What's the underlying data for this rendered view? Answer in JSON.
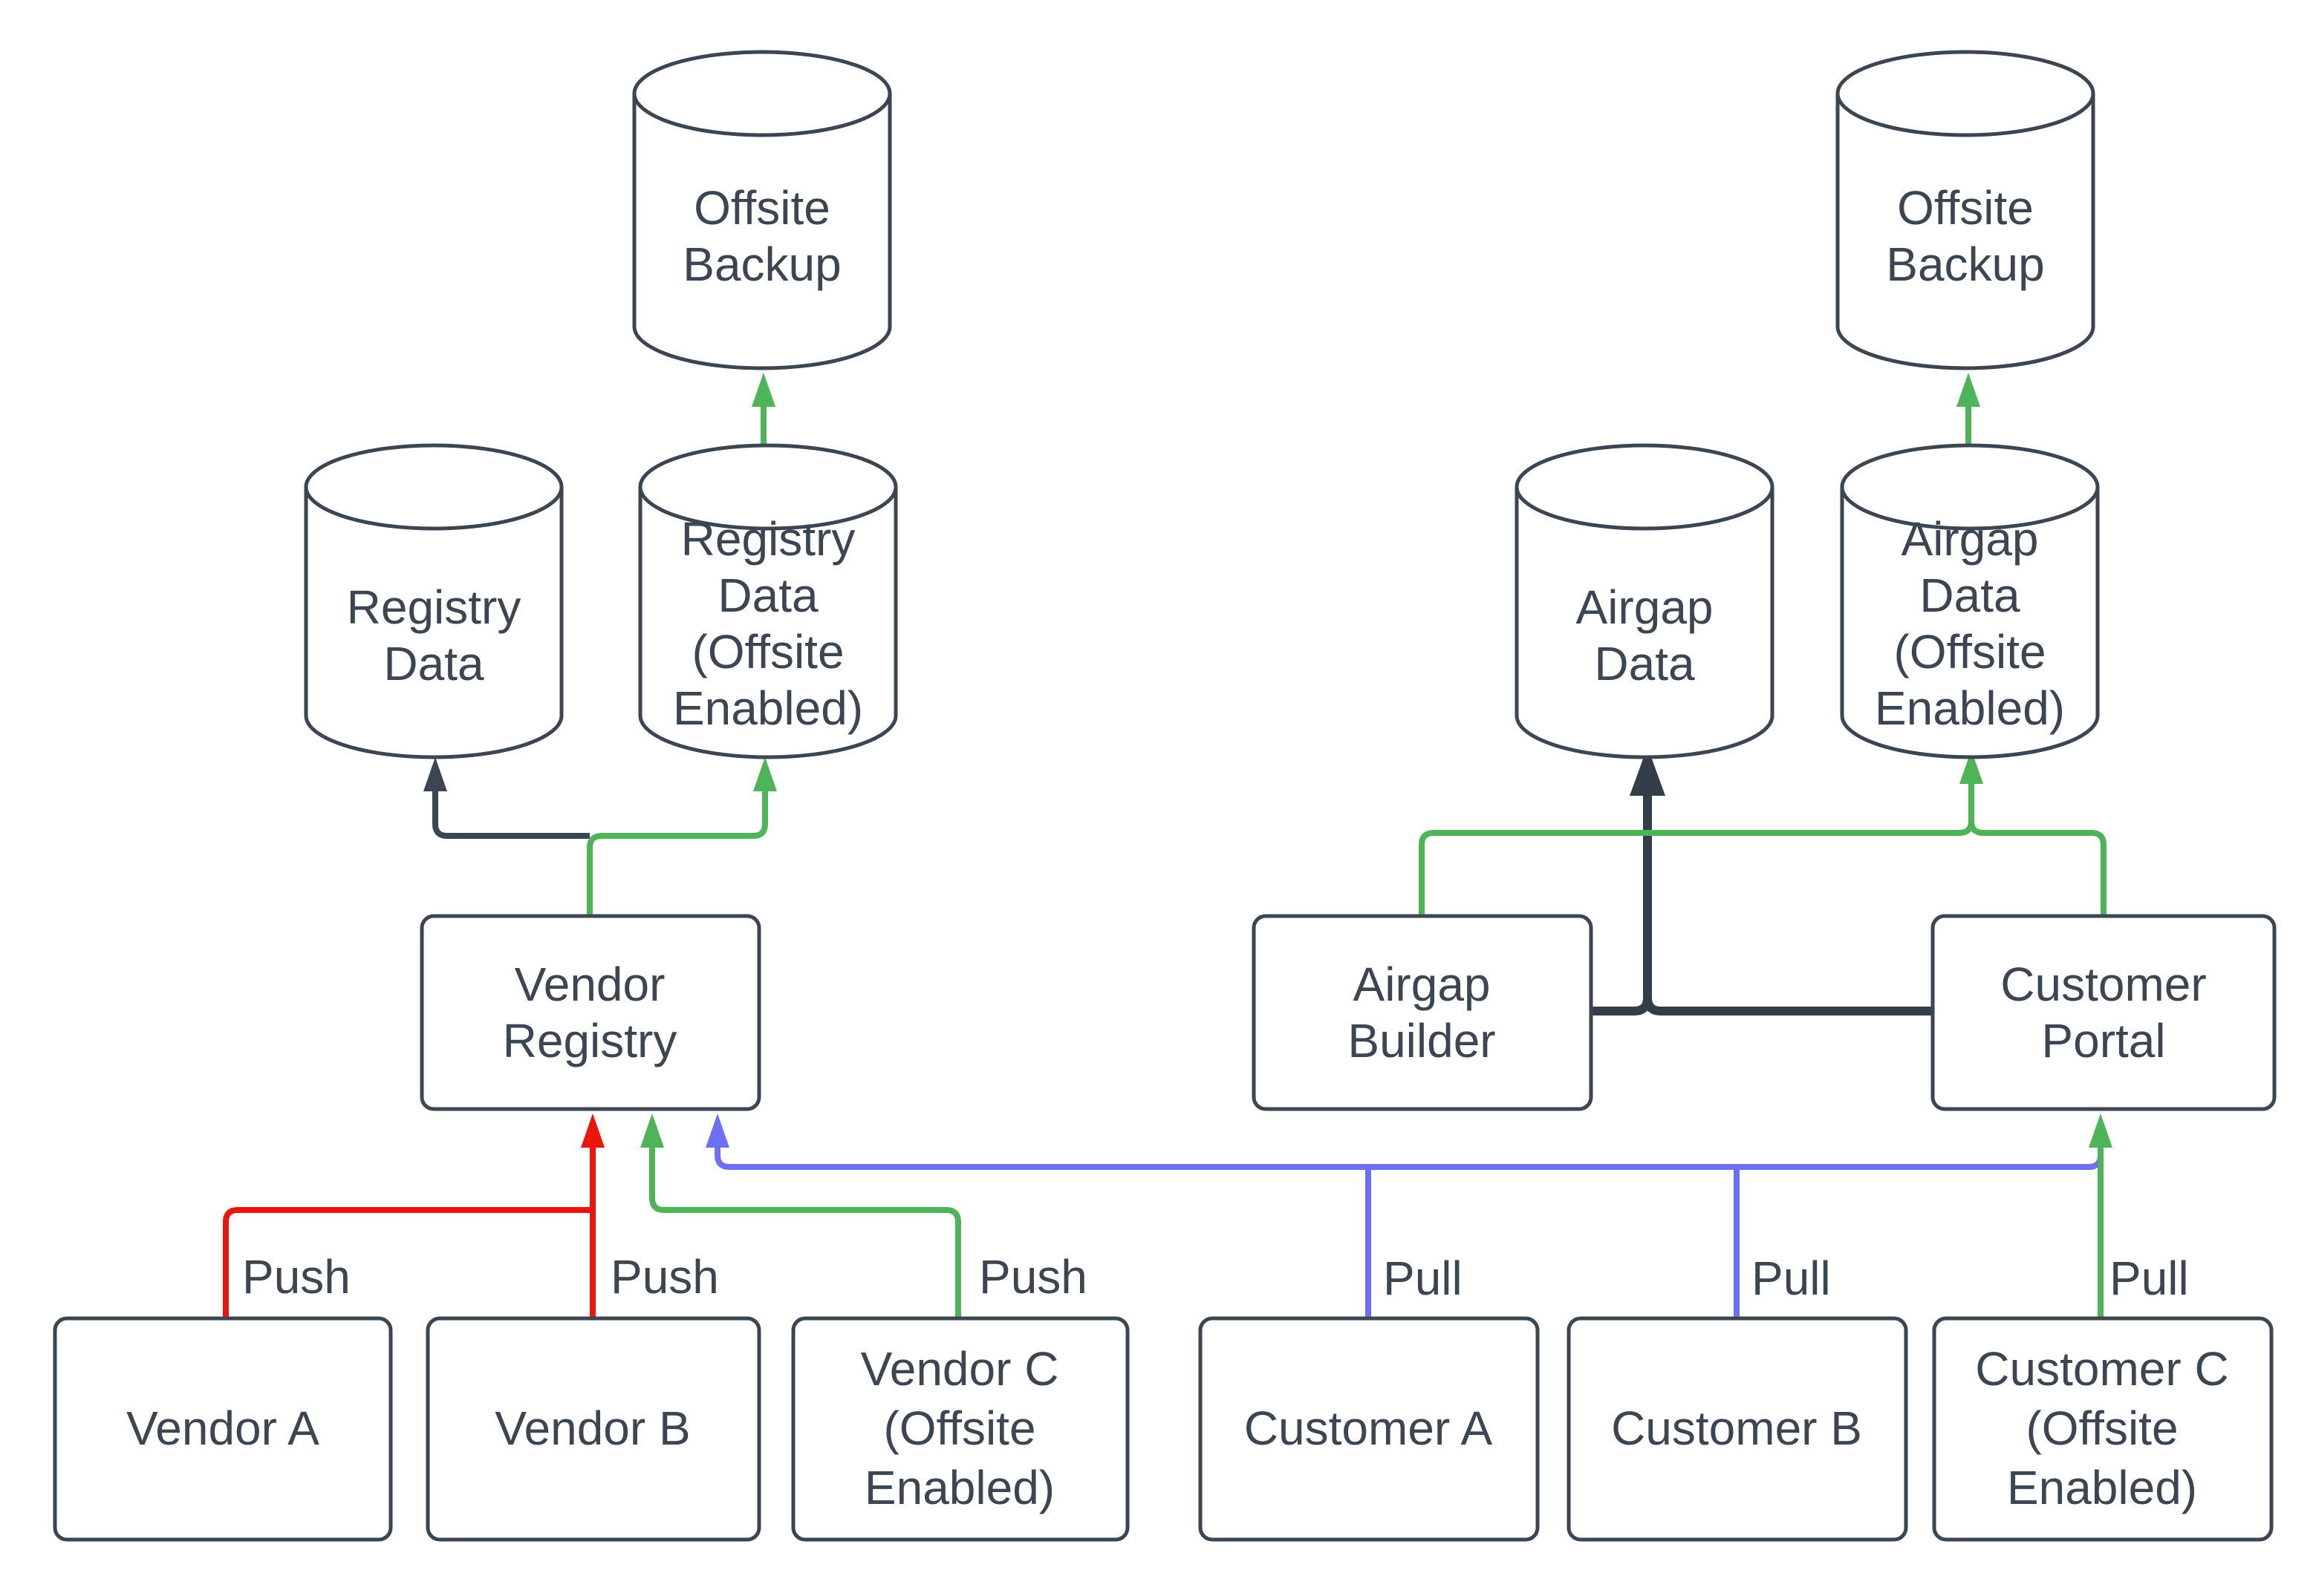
{
  "diagram": {
    "colors": {
      "outline": "#3b4652",
      "text": "#3b4652",
      "red": "#eb150b",
      "green": "#4db457",
      "blue": "#6d6ff5",
      "dark": "#333e49"
    },
    "nodes": {
      "offsite_backup_left": {
        "lines": [
          "Offsite",
          "Backup"
        ]
      },
      "registry_data": {
        "lines": [
          "Registry",
          "Data"
        ]
      },
      "registry_data_offsite": {
        "lines": [
          "Registry",
          "Data",
          "(Offsite",
          "Enabled)"
        ]
      },
      "vendor_registry": {
        "lines": [
          "Vendor",
          "Registry"
        ]
      },
      "vendor_a": {
        "lines": [
          "Vendor A"
        ]
      },
      "vendor_b": {
        "lines": [
          "Vendor B"
        ]
      },
      "vendor_c": {
        "lines": [
          "Vendor C",
          "(Offsite",
          "Enabled)"
        ]
      },
      "airgap_data": {
        "lines": [
          "Airgap",
          "Data"
        ]
      },
      "airgap_data_offsite": {
        "lines": [
          "Airgap",
          "Data",
          "(Offsite",
          "Enabled)"
        ]
      },
      "airgap_builder": {
        "lines": [
          "Airgap",
          "Builder"
        ]
      },
      "customer_portal": {
        "lines": [
          "Customer",
          "Portal"
        ]
      },
      "customer_a": {
        "lines": [
          "Customer A"
        ]
      },
      "customer_b": {
        "lines": [
          "Customer B"
        ]
      },
      "customer_c": {
        "lines": [
          "Customer C",
          "(Offsite",
          "Enabled)"
        ]
      },
      "offsite_backup_right": {
        "lines": [
          "Offsite",
          "Backup"
        ]
      }
    },
    "edge_labels": {
      "push_a": "Push",
      "push_b": "Push",
      "push_c": "Push",
      "pull_a": "Pull",
      "pull_b": "Pull",
      "pull_c": "Pull"
    }
  }
}
